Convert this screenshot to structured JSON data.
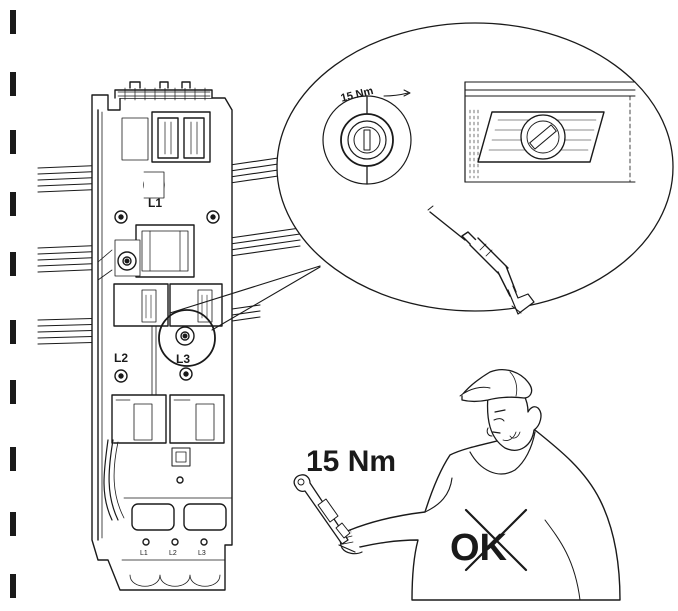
{
  "labels": {
    "phase_l1": "L1",
    "phase_l2": "L2",
    "phase_l3": "L3",
    "bottom_l1": "L1",
    "bottom_l2": "L2",
    "bottom_l3": "L3",
    "torque_dial": "15 Nm",
    "torque_spec": "15 Nm",
    "ok": "OK"
  },
  "icons": {
    "screwdriver": "torque-screwdriver-icon",
    "wrench": "torque-wrench-icon",
    "person": "technician-figure",
    "cross": "cross-mark"
  },
  "colors": {
    "stroke": "#1a1a1a",
    "fill": "#ffffff",
    "shade": "#e6e6e6"
  }
}
